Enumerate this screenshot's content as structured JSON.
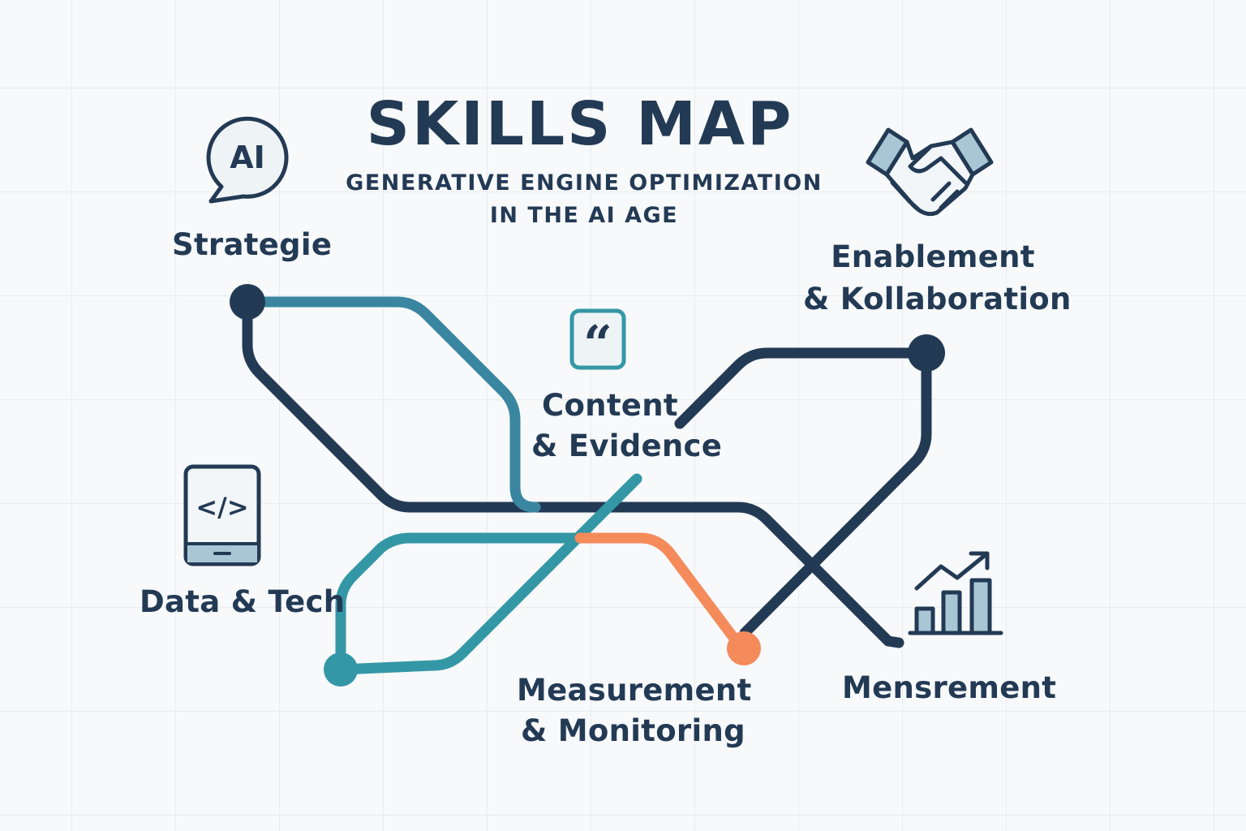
{
  "title": "SKILLS MAP",
  "subtitle": {
    "line1": "GENERATIVE ENGINE OPTIMIZATION",
    "line2": "IN THE AI AGE"
  },
  "nodes": {
    "strategie": {
      "label": "Strategie",
      "icon": "ai-chat-bubble-icon",
      "icon_text": "AI"
    },
    "enablement": {
      "line1": "Enablement",
      "line2": "& Kollaboration",
      "icon": "handshake-icon"
    },
    "content": {
      "line1": "Content",
      "line2": "& Evidence",
      "icon": "quote-icon",
      "icon_text": "“"
    },
    "data_tech": {
      "label": "Data & Tech",
      "icon": "code-tablet-icon",
      "icon_text": "</>"
    },
    "measurement": {
      "line1": "Measurement",
      "line2": "& Monitoring"
    },
    "mensrement": {
      "label": "Mensrement",
      "icon": "bar-chart-growth-icon"
    }
  },
  "colors": {
    "navy": "#233a55",
    "teal": "#3497a6",
    "teal_dark": "#3a7d98",
    "orange": "#f58a5b",
    "icon_fill": "#a9c6d4",
    "background": "#f7f9fa"
  }
}
